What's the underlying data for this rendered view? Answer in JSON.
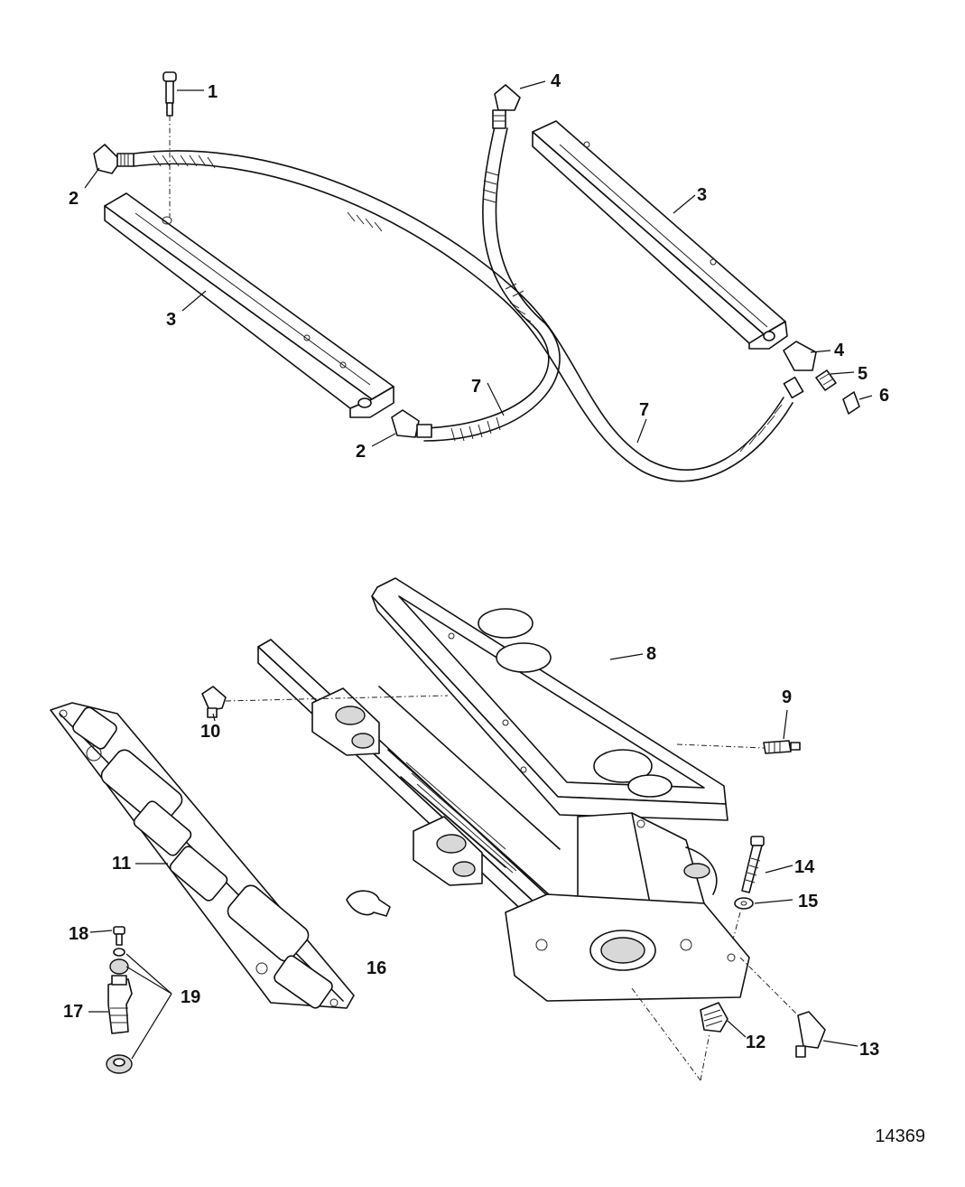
{
  "callouts": [
    {
      "id": "c1",
      "text": "1"
    },
    {
      "id": "c2a",
      "text": "2"
    },
    {
      "id": "c2b",
      "text": "2"
    },
    {
      "id": "c3a",
      "text": "3"
    },
    {
      "id": "c3b",
      "text": "3"
    },
    {
      "id": "c4a",
      "text": "4"
    },
    {
      "id": "c4b",
      "text": "4"
    },
    {
      "id": "c5",
      "text": "5"
    },
    {
      "id": "c6",
      "text": "6"
    },
    {
      "id": "c7a",
      "text": "7"
    },
    {
      "id": "c7b",
      "text": "7"
    },
    {
      "id": "c8",
      "text": "8"
    },
    {
      "id": "c9",
      "text": "9"
    },
    {
      "id": "c10",
      "text": "10"
    },
    {
      "id": "c11",
      "text": "11"
    },
    {
      "id": "c12",
      "text": "12"
    },
    {
      "id": "c13",
      "text": "13"
    },
    {
      "id": "c14",
      "text": "14"
    },
    {
      "id": "c15",
      "text": "15"
    },
    {
      "id": "c16",
      "text": "16"
    },
    {
      "id": "c17",
      "text": "17"
    },
    {
      "id": "c18",
      "text": "18"
    },
    {
      "id": "c19",
      "text": "19"
    }
  ],
  "figure_id": "14369"
}
